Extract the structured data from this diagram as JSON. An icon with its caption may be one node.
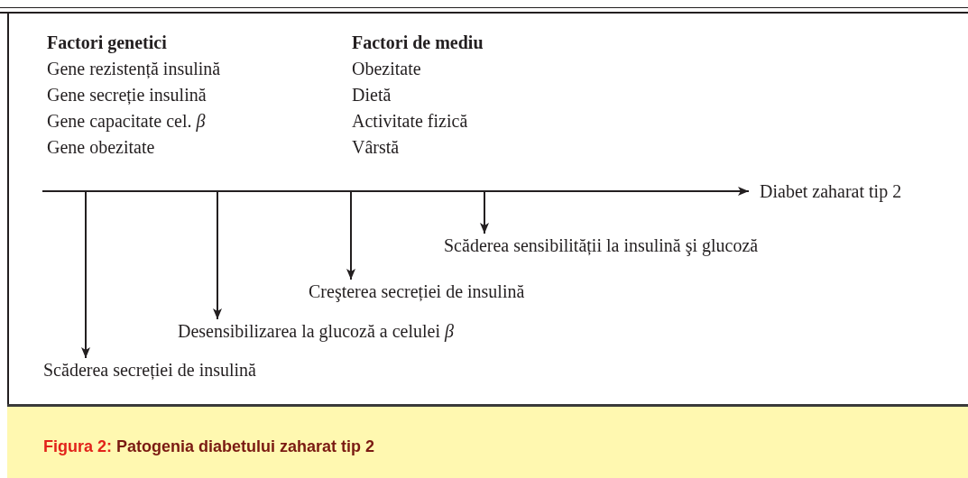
{
  "diagram": {
    "caption": "Figura 2: Patogenia diabetului zaharat tip 2",
    "nodes": [
      {
        "text": [
          "Diabet zaharat tip 2"
        ]
      },
      {
        "text": [
          "Scăderea sensibilității la insulină şi glucoză"
        ]
      },
      {
        "text": [
          "Creşterea secreției de insulină"
        ]
      },
      {
        "text": [
          "Desensibilizarea la glucoză a celulei *β*"
        ]
      },
      {
        "text": [
          "Scăderea secreției de insulină"
        ]
      }
    ],
    "edges": [
      {
        "from": null,
        "to": 0,
        "arrow": "to"
      },
      {
        "from": null,
        "to": 4,
        "arrow": "to"
      },
      {
        "from": null,
        "to": 3,
        "arrow": "to"
      },
      {
        "from": null,
        "to": 2,
        "arrow": "to"
      },
      {
        "from": null,
        "to": 1,
        "arrow": "to"
      }
    ],
    "labels": [
      "Factori genetici",
      "Factori de mediu",
      "Gene rezistență insulină",
      "Obezitate",
      "Gene secreție insulină",
      "Dietă",
      "Gene capacitate cel. *β*",
      "Activitate fizică",
      "Gene obezitate",
      "Vârstă"
    ]
  }
}
